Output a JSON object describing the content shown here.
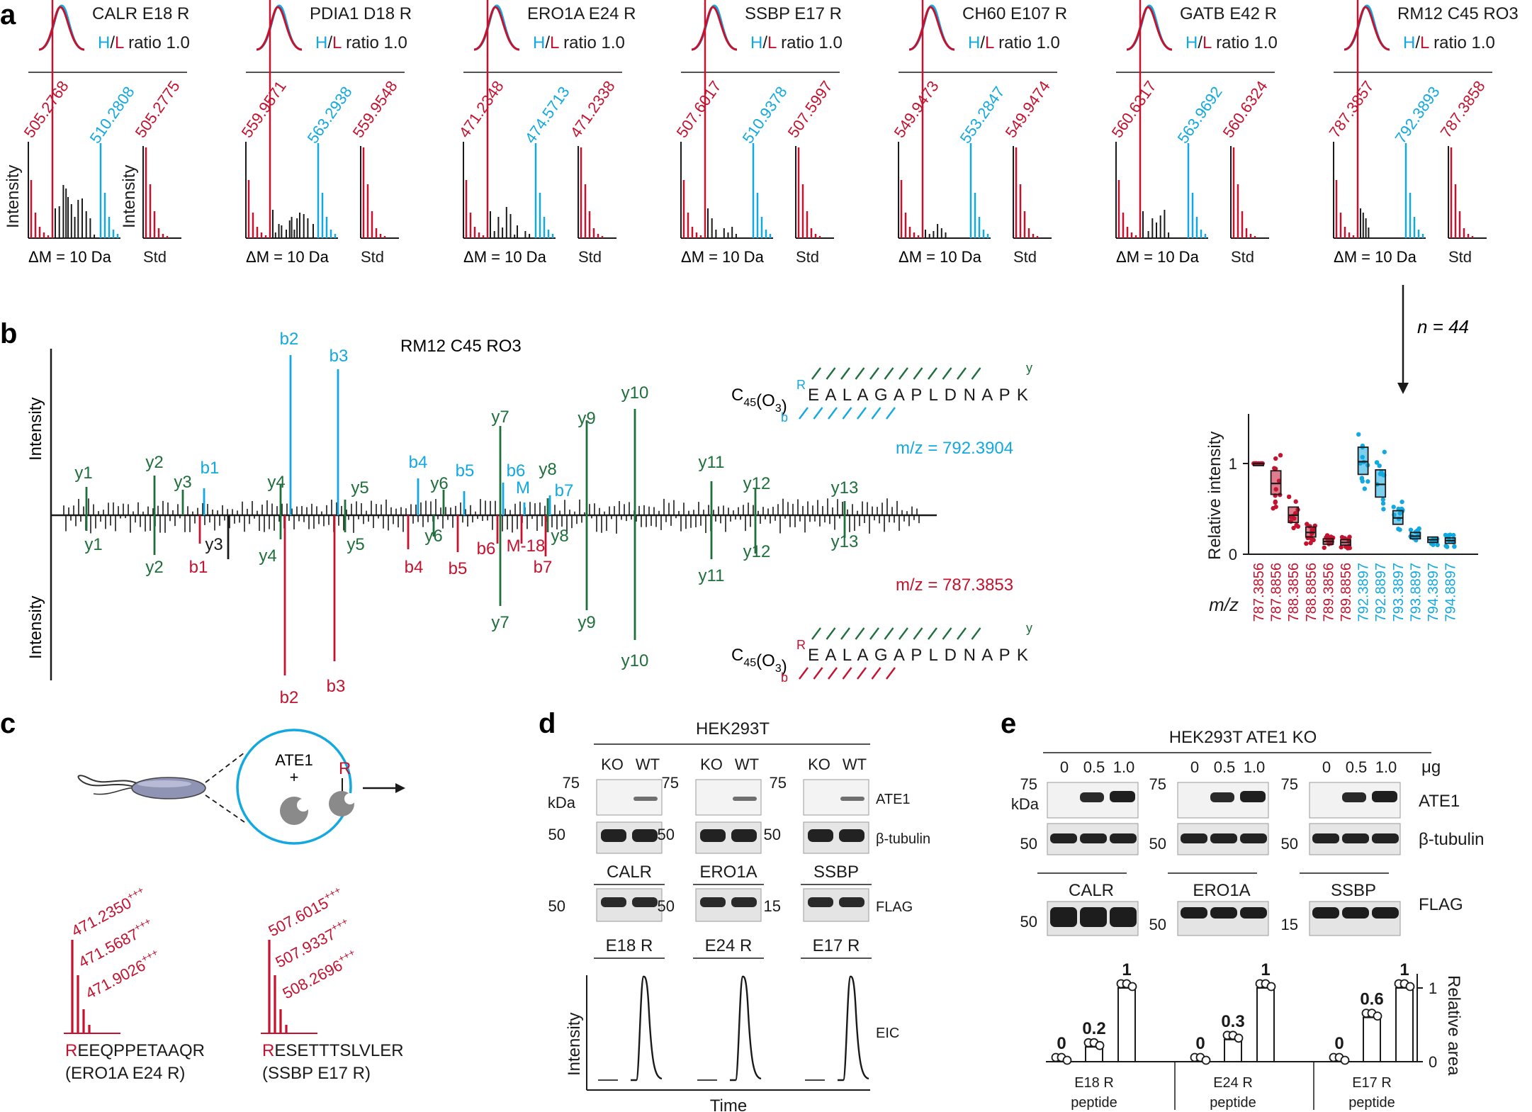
{
  "colors": {
    "red": "#C4122F",
    "blue": "#12A8E0",
    "green": "#1F6F3C",
    "black": "#1a1a1a",
    "gray": "#8a8a8a"
  },
  "panel_a": {
    "label": "a",
    "ratio_H": "H",
    "ratio_slash": "/",
    "ratio_L": "L",
    "ratio_text": "ratio 1.0",
    "dm_label": "ΔM = 10 Da",
    "std_label": "Std",
    "intensity_label": "Intensity",
    "items": [
      {
        "name": "CALR E18 R",
        "mz1": "505.2768",
        "mz2": "510.2808",
        "mz3": "505.2775"
      },
      {
        "name": "PDIA1 D18 R",
        "mz1": "559.9571",
        "mz2": "563.2938",
        "mz3": "559.9548"
      },
      {
        "name": "ERO1A E24 R",
        "mz1": "471.2348",
        "mz2": "474.5713",
        "mz3": "471.2338"
      },
      {
        "name": "SSBP E17 R",
        "mz1": "507.6017",
        "mz2": "510.9378",
        "mz3": "507.5997"
      },
      {
        "name": "CH60 E107 R",
        "mz1": "549.9473",
        "mz2": "553.2847",
        "mz3": "549.9474"
      },
      {
        "name": "GATB E42 R",
        "mz1": "560.6317",
        "mz2": "563.9692",
        "mz3": "560.6324"
      },
      {
        "name": "RM12 C45 RO3",
        "mz1": "787.3857",
        "mz2": "792.3893",
        "mz3": "787.3858"
      }
    ],
    "arrow_n": "n = 44"
  },
  "panel_b": {
    "label": "b",
    "title": "RM12 C45 RO3",
    "intensity_label": "Intensity",
    "sequence": "E A L A G A P L D N A P K",
    "prefix": "C",
    "prefix_sub1": "45",
    "prefix_mid": "(O",
    "prefix_sub2": "3",
    "prefix_end": ")",
    "r_mark": "R",
    "b_mark": "b",
    "y_mark": "y",
    "mz_top": "m/z = 792.3904",
    "mz_bottom": "m/z = 787.3853",
    "top_labels": [
      "b2",
      "b3",
      "y1",
      "y2",
      "y3",
      "b1",
      "y4",
      "y5",
      "b4",
      "y6",
      "b5",
      "y7",
      "b6",
      "M",
      "y8",
      "b7",
      "y9",
      "y10",
      "y11",
      "y12",
      "y13"
    ],
    "bottom_labels": [
      "y1",
      "y2",
      "b1",
      "y3",
      "y4",
      "b2",
      "b3",
      "y5",
      "b4",
      "y6",
      "b5",
      "b6",
      "M-18",
      "y8",
      "b7",
      "y7",
      "y9",
      "y10",
      "y11",
      "y12",
      "y13"
    ]
  },
  "box_chart": {
    "chart_data": {
      "type": "box",
      "ylabel": "Relative intensity",
      "xlabel": "m/z",
      "yticks": [
        "0",
        "1"
      ],
      "categories": [
        "787.3856",
        "787.8856",
        "788.3856",
        "788.8856",
        "789.3856",
        "789.8856",
        "792.3897",
        "792.8897",
        "793.3897",
        "793.8897",
        "794.3897",
        "794.8897"
      ],
      "medians": [
        1.0,
        0.78,
        0.43,
        0.24,
        0.14,
        0.13,
        1.02,
        0.77,
        0.4,
        0.2,
        0.16,
        0.15
      ],
      "q1": [
        1.0,
        0.66,
        0.35,
        0.19,
        0.11,
        0.1,
        0.88,
        0.63,
        0.33,
        0.17,
        0.13,
        0.12
      ],
      "q3": [
        1.0,
        0.92,
        0.52,
        0.3,
        0.17,
        0.16,
        1.18,
        0.93,
        0.48,
        0.24,
        0.19,
        0.18
      ],
      "series_colors": [
        "red",
        "red",
        "red",
        "red",
        "red",
        "red",
        "blue",
        "blue",
        "blue",
        "blue",
        "blue",
        "blue"
      ]
    }
  },
  "panel_c": {
    "label": "c",
    "circle_text1": "ATE1",
    "circle_text2": "+",
    "r_mark": "R",
    "spec1": {
      "mz": [
        "471.2350",
        "471.5687",
        "471.9026"
      ],
      "charge": "+++",
      "seq_r": "R",
      "seq_rest": "EEQPPETAAQR",
      "protein": "(ERO1A E24 R)"
    },
    "spec2": {
      "mz": [
        "507.6015",
        "507.9337",
        "508.2696"
      ],
      "charge": "+++",
      "seq_r": "R",
      "seq_rest": "ESETTTSLVLER",
      "protein": "(SSBP E17 R)"
    }
  },
  "panel_d": {
    "label": "d",
    "cell": "HEK293T",
    "lane_ko": "KO",
    "lane_wt": "WT",
    "mw_75": "75",
    "kda": "kDa",
    "mw_50": "50",
    "mw_15": "15",
    "ate1": "ATE1",
    "tubulin": "β-tubulin",
    "flag": "FLAG",
    "eic": "EIC",
    "proteins": [
      "CALR",
      "ERO1A",
      "SSBP"
    ],
    "peptides": [
      "E18 R",
      "E24 R",
      "E17 R"
    ],
    "intensity": "Intensity",
    "time": "Time"
  },
  "panel_e": {
    "label": "e",
    "cell": "HEK293T ATE1 KO",
    "doses": [
      "0",
      "0.5",
      "1.0"
    ],
    "unit": "μg",
    "mw_75": "75",
    "kda": "kDa",
    "mw_50": "50",
    "mw_15": "15",
    "ate1": "ATE1",
    "tubulin": "β-tubulin",
    "flag": "FLAG",
    "proteins": [
      "CALR",
      "ERO1A",
      "SSBP"
    ],
    "chart_data": {
      "type": "bar",
      "ylabel": "Relative area",
      "yticks": [
        "0",
        "1"
      ],
      "groups": [
        {
          "name": "E18 R",
          "sub": "peptide",
          "values": [
            0,
            0.2,
            1
          ],
          "labels": [
            "0",
            "0.2",
            "1"
          ]
        },
        {
          "name": "E24 R",
          "sub": "peptide",
          "values": [
            0,
            0.3,
            1
          ],
          "labels": [
            "0",
            "0.3",
            "1"
          ]
        },
        {
          "name": "E17 R",
          "sub": "peptide",
          "values": [
            0,
            0.6,
            1
          ],
          "labels": [
            "0",
            "0.6",
            "1"
          ]
        }
      ]
    }
  }
}
